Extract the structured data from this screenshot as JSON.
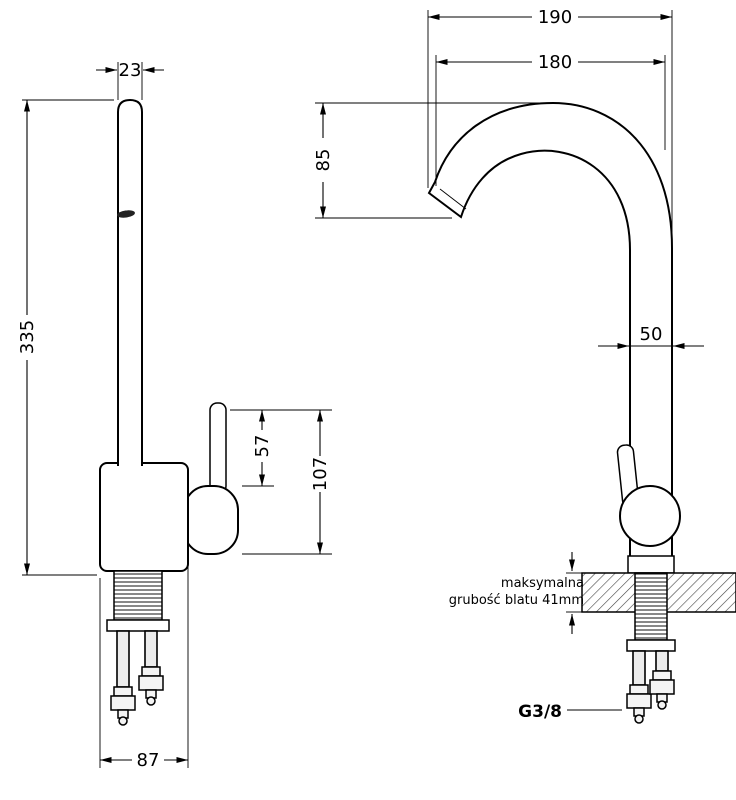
{
  "drawing": {
    "background": "#ffffff",
    "stroke": "#000000"
  },
  "front_view": {
    "dims": {
      "spout_pipe_width": "23",
      "total_height": "335",
      "handle_height": "57",
      "upper_body_height": "107",
      "base_length": "87"
    }
  },
  "side_view": {
    "dims": {
      "reach_top": "190",
      "reach_inner": "180",
      "spout_height": "85",
      "body_diameter": "50"
    },
    "counter_note": {
      "line1": "maksymalna",
      "line2": "grubość blatu 41mm"
    },
    "thread_label": "G3/8"
  }
}
